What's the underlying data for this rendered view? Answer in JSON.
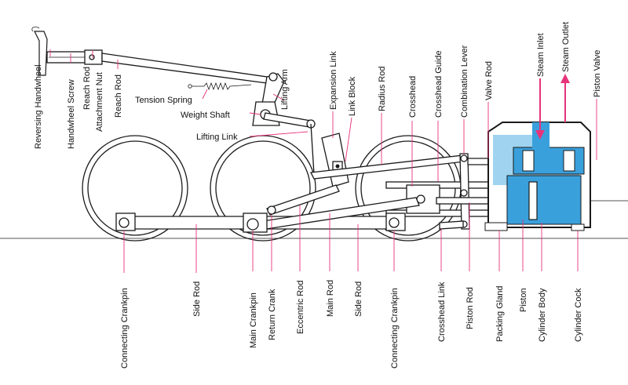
{
  "colors": {
    "leader": "#e8337a",
    "steam_blue": "#3aa0dc",
    "steam_light": "#9fd3ef",
    "arrow": "#e8337a",
    "line": "#1a1a1a"
  },
  "labels": {
    "reversing_handwheel": "Reversing Handwheel",
    "handwheel_screw": "Handwheel Screw",
    "reach_rod_attachment_nut_1": "Reach Rod",
    "reach_rod_attachment_nut_2": "Attachment Nut",
    "reach_rod": "Reach Rod",
    "tension_spring": "Tension Spring",
    "weight_shaft": "Weight Shaft",
    "lifting_arm": "Lifting Arm",
    "lifting_link": "Lifting Link",
    "expansion_link": "Expansion Link",
    "link_block": "Link Block",
    "radius_rod": "Radius Rod",
    "crosshead": "Crosshead",
    "crosshead_guide": "Crosshead Guide",
    "combination_lever": "Combination Lever",
    "valve_rod": "Valve Rod",
    "steam_inlet": "Steam Inlet",
    "steam_outlet": "Steam Outlet",
    "piston_valve": "Piston Valve",
    "connecting_crankpin_left": "Connecting Crankpin",
    "side_rod_left": "Side Rod",
    "main_crankpin": "Main Crankpin",
    "return_crank": "Return Crank",
    "eccentric_rod": "Eccentric Rod",
    "main_rod": "Main Rod",
    "side_rod_right": "Side Rod",
    "connecting_crankpin_right": "Connecting Crankpin",
    "crosshead_link": "Crosshead Link",
    "piston_rod": "Piston Rod",
    "packing_gland": "Packing Gland",
    "piston": "Piston",
    "cylinder_body": "Cylinder Body",
    "cylinder_cock": "Cylinder Cock"
  }
}
